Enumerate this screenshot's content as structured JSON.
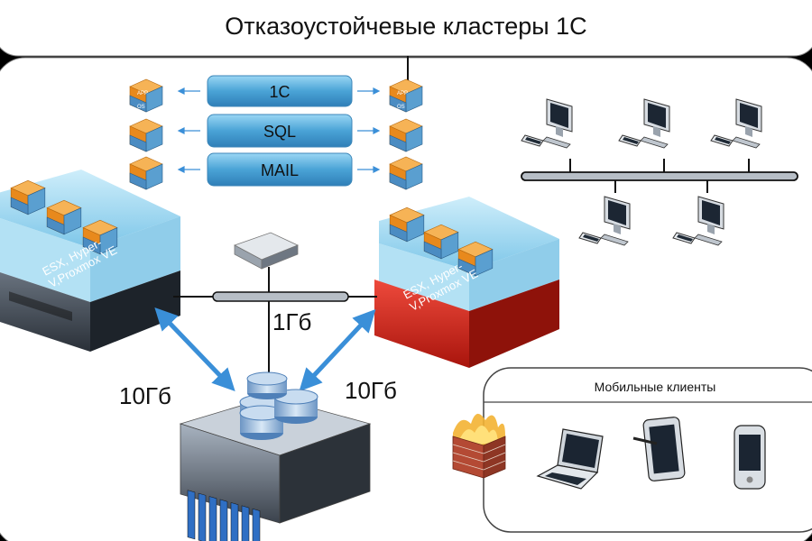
{
  "title": "Отказоустойчевые кластеры 1С",
  "services": [
    {
      "label": "1С"
    },
    {
      "label": "SQL"
    },
    {
      "label": "MAIL"
    }
  ],
  "vm_tags": {
    "app": "APP",
    "os": "OS"
  },
  "host_left_label": [
    "ESX, Hyper-",
    "V,Proxmox VE"
  ],
  "host_right_label": [
    "ESX, Hyper-",
    "V,Proxmox VE"
  ],
  "link_labels": {
    "switch_link": "1Гб",
    "storage_left": "10Гб",
    "storage_right": "10Гб"
  },
  "mobile_clients_title": "Мобильные клиенты",
  "colors": {
    "background": "#000000",
    "panel": "#ffffff",
    "host_blue": "#9fd4ee",
    "host_red": "#d8261c",
    "service_bar": "#5fb3dc",
    "arrow_blue": "#3a8fd8",
    "vm_orange": "#f19a2a"
  }
}
